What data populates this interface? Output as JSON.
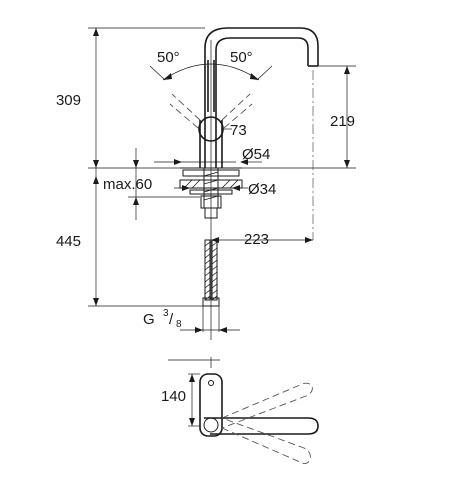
{
  "dimensions": {
    "overall_height_above": "309",
    "spout_height": "219",
    "angle_left": "50°",
    "angle_right": "50°",
    "handle_size": "73",
    "base_diameter": "Ø54",
    "max_thickness": "max.60",
    "hole_diameter": "Ø34",
    "length_below": "445",
    "spout_reach": "223",
    "connection_prefix": "G",
    "connection_num": "3",
    "connection_den": "8",
    "plan_depth": "140"
  },
  "colors": {
    "line": "#1a1a1a",
    "hidden_line": "#555555",
    "background": "#ffffff"
  }
}
